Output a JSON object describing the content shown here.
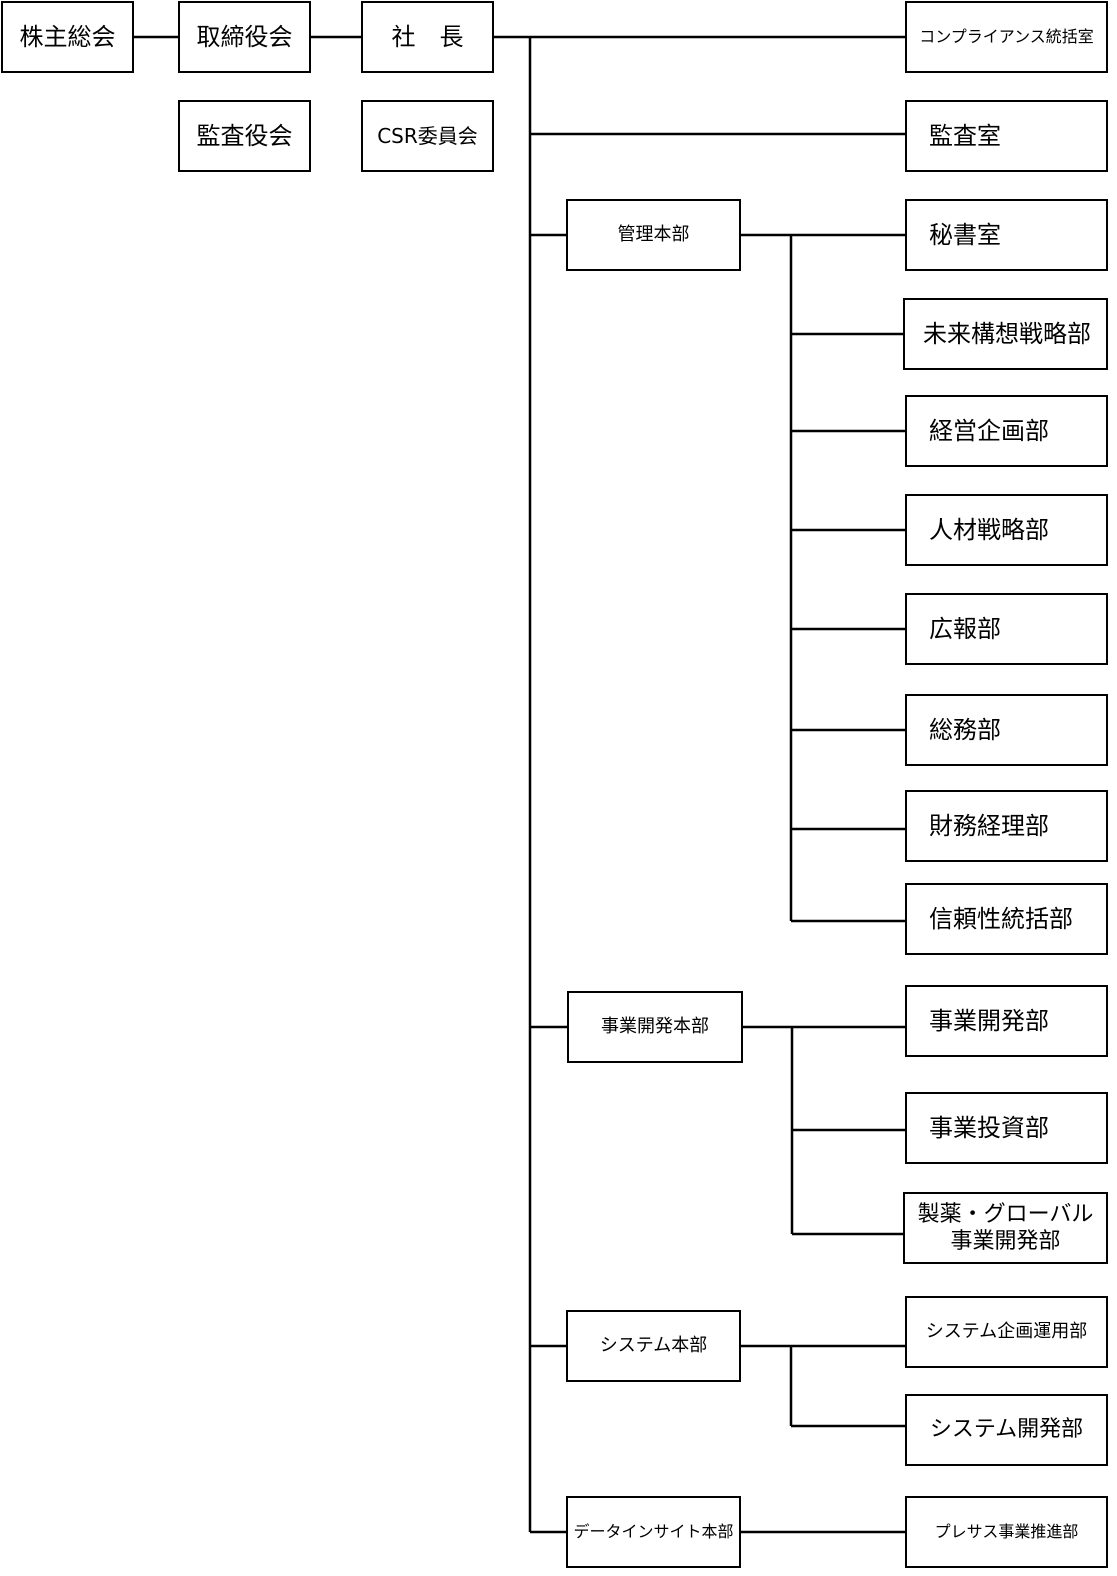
{
  "top": {
    "shareholders": "株主総会",
    "board": "取締役会",
    "president": "社　長",
    "auditors": "監査役会",
    "csr": "CSR委員会"
  },
  "direct": {
    "compliance": "コンプライアンス統括室",
    "audit_office": "監査室"
  },
  "admin": {
    "hq": "管理本部",
    "departments": [
      "秘書室",
      "未来構想戦略部",
      "経営企画部",
      "人材戦略部",
      "広報部",
      "総務部",
      "財務経理部",
      "信頼性統括部"
    ]
  },
  "bizdev": {
    "hq": "事業開発本部",
    "departments": [
      "事業開発部",
      "事業投資部"
    ],
    "pharma_line1": "製薬・グローバル",
    "pharma_line2": "事業開発部"
  },
  "system": {
    "hq": "システム本部",
    "departments": [
      "システム企画運用部",
      "システム開発部"
    ]
  },
  "data_insight": {
    "hq": "データインサイト本部",
    "departments": [
      "プレサス事業推進部"
    ]
  }
}
